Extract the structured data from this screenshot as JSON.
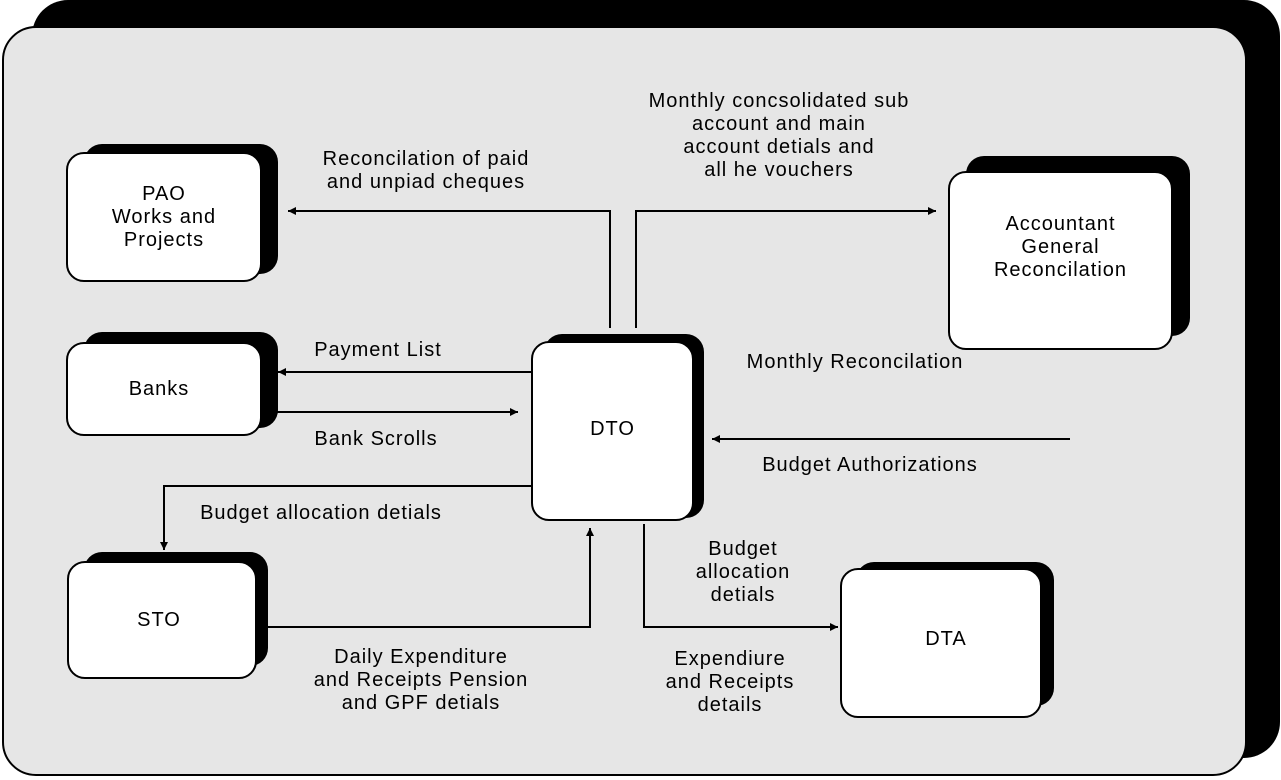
{
  "nodes": {
    "pao": [
      "PAO",
      "Works and",
      "Projects"
    ],
    "banks": [
      "Banks"
    ],
    "sto": [
      "STO"
    ],
    "dto": [
      "DTO"
    ],
    "ag": [
      "Accountant",
      "General",
      "Reconcilation"
    ],
    "dta": [
      "DTA"
    ]
  },
  "edges": {
    "reconcilation_cheques": [
      "Reconcilation of paid",
      "and unpiad cheques"
    ],
    "monthly_consolidated": [
      "Monthly concsolidated sub",
      "account and main",
      "account detials and",
      "all he vouchers"
    ],
    "payment_list": "Payment List",
    "bank_scrolls": "Bank Scrolls",
    "monthly_reconcilation": "Monthly Reconcilation",
    "budget_authorizations": "Budget Authorizations",
    "budget_allocation_sto": "Budget allocation detials",
    "budget_allocation_dta": [
      "Budget",
      "allocation",
      "detials"
    ],
    "daily_expenditure": [
      "Daily Expenditure",
      "and Receipts Pension",
      "and GPF detials"
    ],
    "expenditure_receipts": [
      "Expendiure",
      "and Receipts",
      "details"
    ]
  }
}
